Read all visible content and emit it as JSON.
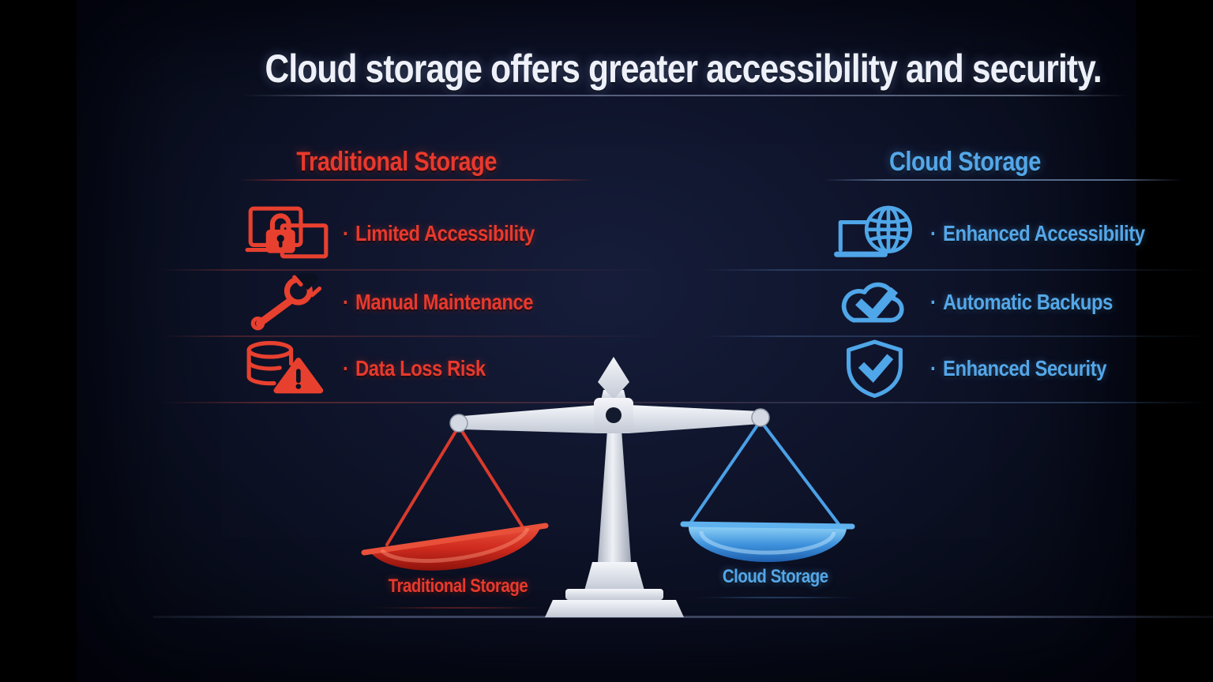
{
  "title": {
    "text": "Cloud storage offers greater accessibility and security."
  },
  "colors": {
    "traditional_accent": "#e8392d",
    "cloud_accent": "#54a7e8",
    "background": "#0e1329",
    "scale_metal": "#dfe3ec"
  },
  "columns": {
    "traditional": {
      "heading": "Traditional Storage",
      "items": [
        {
          "icon": "locked-laptop-icon",
          "bullet": "·",
          "label": "Limited Accessibility"
        },
        {
          "icon": "wrench-icon",
          "bullet": "·",
          "label": "Manual Maintenance"
        },
        {
          "icon": "database-warning-icon",
          "bullet": "·",
          "label": "Data Loss Risk"
        }
      ]
    },
    "cloud": {
      "heading": "Cloud Storage",
      "items": [
        {
          "icon": "globe-laptop-icon",
          "bullet": "·",
          "label": "Enhanced Accessibility"
        },
        {
          "icon": "cloud-check-icon",
          "bullet": "·",
          "label": "Automatic Backups"
        },
        {
          "icon": "shield-check-icon",
          "bullet": "·",
          "label": "Enhanced Security"
        }
      ]
    }
  },
  "scale": {
    "left_pan_label": "Traditional Storage",
    "right_pan_label": "Cloud Storage",
    "left_pan_color": "#c8261b",
    "right_pan_color": "#3c8ed8"
  }
}
